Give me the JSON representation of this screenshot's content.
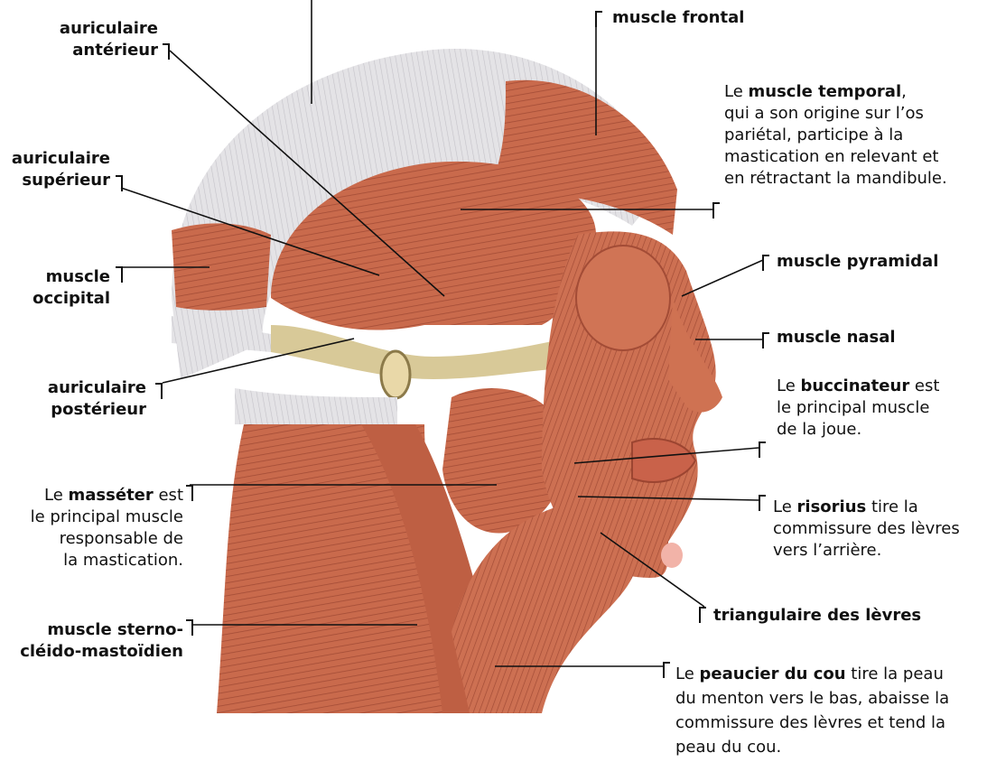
{
  "labels": {
    "auriculaire_anterieur": {
      "line1": "auriculaire",
      "line2": "antérieur"
    },
    "muscle_frontal": "muscle frontal",
    "temporal": {
      "prefix": "Le ",
      "name": "muscle temporal",
      "suffix": ",",
      "line2": "qui a son origine sur l’os",
      "line3": "pariétal, participe à la",
      "line4": "mastication en relevant et",
      "line5": "en rétractant la mandibule."
    },
    "auriculaire_superieur": {
      "line1": "auriculaire",
      "line2": "supérieur"
    },
    "muscle_pyramidal": "muscle pyramidal",
    "muscle_occipital": {
      "line1": "muscle",
      "line2": "occipital"
    },
    "muscle_nasal": "muscle nasal",
    "auriculaire_posterieur": {
      "line1": "auriculaire",
      "line2": "postérieur"
    },
    "buccinateur": {
      "prefix": "Le ",
      "name": "buccinateur",
      "suffix": " est",
      "line2": "le principal muscle",
      "line3": "de la joue."
    },
    "masseter": {
      "prefix": "Le ",
      "name": "masséter",
      "suffix": " est",
      "line2": "le principal muscle",
      "line3": "responsable de",
      "line4": "la mastication."
    },
    "risorius": {
      "prefix": "Le ",
      "name": "risorius",
      "suffix": " tire la",
      "line2": "commissure des lèvres",
      "line3": "vers l’arrière."
    },
    "triangulaire": "triangulaire des lèvres",
    "sterno": {
      "line1": "muscle sterno-",
      "line2": "cléido-mastoïdien"
    },
    "peaucier": {
      "prefix": "Le ",
      "name": "peaucier du cou",
      "suffix": " tire la peau",
      "line2": "du menton vers le bas, abaisse la",
      "line3": "commissure des lèvres et tend la",
      "line4": "peau du cou."
    }
  },
  "colors": {
    "muscle": "#c96a4c",
    "muscle_light": "#e7a58a",
    "muscle_dark": "#9c4531",
    "tendon": "#d9d8dc",
    "bone": "#d8c998",
    "leader_line": "#111111"
  }
}
